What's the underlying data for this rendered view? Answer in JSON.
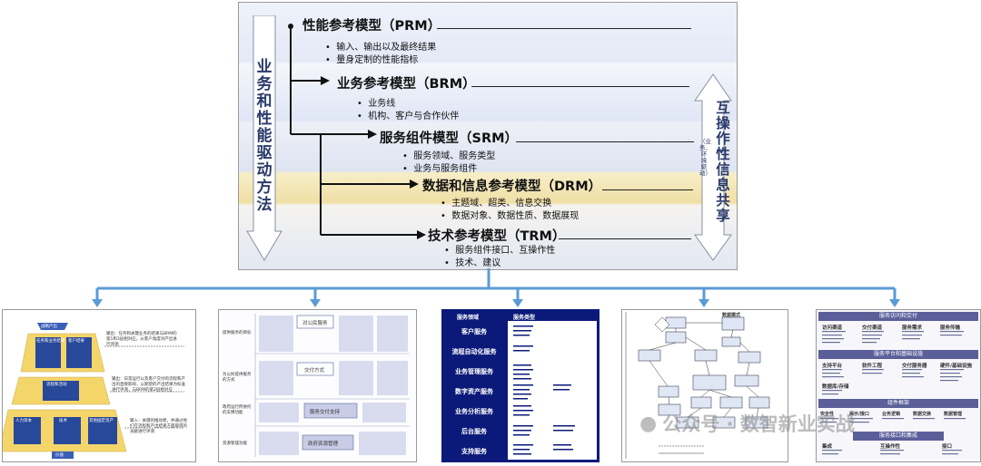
{
  "main": {
    "left_label": "业务和性能驱动方法",
    "right_label_main": "互操作性信息共享",
    "right_label_sub": "（业务、环境驱动）",
    "levels": [
      {
        "title": "性能参考模型（PRM）",
        "bullets": [
          "输入、输出以及最终结果",
          "量身定制的性能指标"
        ]
      },
      {
        "title": "业务参考模型（BRM）",
        "bullets": [
          "业务线",
          "机构、客户与合作伙伴"
        ]
      },
      {
        "title": "服务组件模型（SRM）",
        "bullets": [
          "服务领域、服务类型",
          "业务与服务组件"
        ]
      },
      {
        "title": "数据和信息参考模型（DRM）",
        "bullets": [
          "主题域、超类、信息交换",
          "数据对象、数据性质、数据展现"
        ]
      },
      {
        "title": "技术参考模型（TRM）",
        "bullets": [
          "服务组件接口、互操作性",
          "技术、建议"
        ]
      }
    ]
  },
  "thumb1": {
    "top_label": "战略产出",
    "left_top": "任务和业务结果",
    "right_top": "客户结果",
    "mid": "流程和活动",
    "bottom_left": "人力资本",
    "bottom_mid": "技术",
    "bottom_right": "其他固定资产",
    "base": "价值",
    "note1": "输出：任务和关键业务的结果与BRM的第1和3层相对应，从客户角度对产出进行评测",
    "note2": "输出：日常运行以及客户交付的流程和产出的直接影响，以期望的产出结果为标准进行评测，与BRM的第2层相对应",
    "note3": "输入：关键的推动者，并通过他们在流程和产出结果方面取得的贡献进行评测"
  },
  "thumb2": {
    "row_labels": [
      "提供服务的目标",
      "为公民提供服务的方式",
      "政府运行所依托的支撑功能",
      "资源管理功能"
    ],
    "centers": [
      "对公民服务",
      "交付方式",
      "服务交付支持",
      "政府资源管理"
    ]
  },
  "thumb3": {
    "headers": [
      "服务领域",
      "服务类型"
    ],
    "rows": [
      "客户服务",
      "流程自动化服务",
      "业务管理服务",
      "数字资产服务",
      "业务分析服务",
      "后台服务",
      "支持服务"
    ]
  },
  "thumb4": {
    "title": "数据模式"
  },
  "thumb5": {
    "header1": "服务访问和交付",
    "cols1": [
      "访问渠道",
      "交付渠道",
      "服务需求",
      "服务传输"
    ],
    "header2": "服务平台和基础设施",
    "cols2a": [
      "支持平台",
      "软件工程",
      "交付服务器",
      "硬件/基础设施"
    ],
    "cols2b": [
      "数据库/存储"
    ],
    "header3": "组件框架",
    "cols3": [
      "安全性",
      "展示/接口",
      "业务逻辑",
      "数据交换",
      "数据管理"
    ],
    "header4": "服务接口和集成",
    "cols4": [
      "集成",
      "互操作性",
      "接口"
    ]
  },
  "watermark": "公众号 · 数智新业实战",
  "colors": {
    "connector": "#5b9bd5",
    "trm_blue": "#0b1a7a",
    "drm_band": "#f0dfa5"
  }
}
